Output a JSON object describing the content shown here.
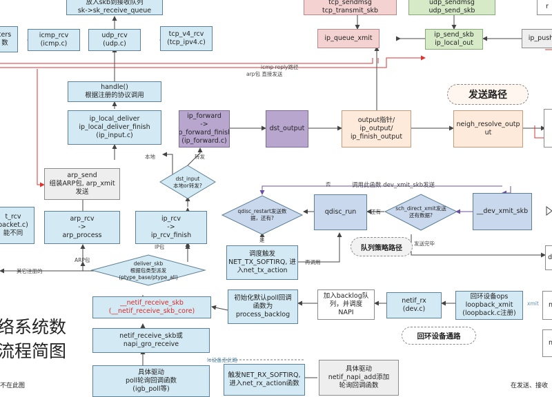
{
  "nodes": {
    "sk_receive_queue": "放入skb到接收队列\nsk->sk_receive_queue",
    "tcp_sendmsg": "tcp_sendmsg\ntcp_transmit_skb",
    "udp_sendmsg": "udp_sendmsg\nudp_send_skb",
    "filters": "ters\n数",
    "icmp_rcv": "icmp_rcv\n(icmp.c)",
    "udp_rcv": "udp_rcv\n(udp.c)",
    "tcp_v4_rcv": "tcp_v4_rcv\n(tcp_ipv4.c)",
    "ip_queue_xmit": "ip_queue_xmit",
    "ip_send_skb": "ip_send_skb\nip_local_out",
    "ip_push": "ip_push",
    "handle": "handle()\n根据注册的协议调用",
    "ip_local_deliver": "ip_local_deliver\nip_local_deliver_finish\n(ip_input.c)",
    "ip_forward": "ip_forward\n->\nip_forward_finish\n(ip_forward.c)",
    "dst_output": "dst_output",
    "output_ptr": "output指针/\nip_output/\nip_finish_output",
    "neigh_resolve_output": "neigh_resolve_outp\nut",
    "arp_send": "arp_send\n组装ARP包, arp_xmit\n发送",
    "dst_input": "dst_input\n本地or转发?",
    "qdisc_restart": "qdisc_restart发送数\n据，还有?",
    "qdisc_run": "qdisc_run",
    "sch_direct_xmit": "sch_direct_xmit发送\n还有数据?",
    "dev_xmit_skb": "__dev_xmit_skb",
    "packet_rcv": "t_rcv\npacket.c)\n能不同",
    "arp_rcv": "arp_rcv\n->\narp_process",
    "ip_rcv": "ip_rcv\n->\nip_rcv_finish",
    "softirq_tx": "调度触发\nNET_TX_SOFTIRQ, 进\n入net_tx_action",
    "deliver_skb": "deliver_skb\n根据包类型派发\n(ptype_base/ptype_all)",
    "netif_receive_skb_core": "__netif_receive_skb\n(__netif_receive_skb_core)",
    "init_poll": "初始化默认poll回调\n函数为\nprocess_backlog",
    "backlog": "加入backlog队\n列，并调度\nNAPI",
    "netif_rx": "netif_rx\n(dev.c)",
    "loopback_ops": "回环设备ops\nloopback_xmit\n(loopback.c注册)",
    "netif_receive_skb": "netif_receive_skb或\nnapi_gro_receive",
    "driver_poll": "具体驱动\npoll轮询回调函数\n(igb_poll等)",
    "softirq_rx": "触发NET_RX_SOFTIRQ,\n进入net_rx_action函数",
    "napi_add": "具体驱动\nnetif_napi_add添加\n轮询回调函数",
    "right_edge_1": "r",
    "right_edge_2": "de",
    "right_edge_3": "n",
    "right_edge_4": "n"
  },
  "sections": {
    "send_path": "发送路径",
    "queue_policy": "队列策略路径",
    "loopback_path": "回环设备通路"
  },
  "labels": {
    "icmp_reply": "icmp reply路径",
    "arp_reply": "arp包 直接发送",
    "local": "本地",
    "forward": "转发",
    "no": "否",
    "call_dev_xmit": "调用此函数  dev_xmit_skb发送",
    "yes_left": "还有",
    "yes_down": "是",
    "send_done": "发送完毕",
    "reschedule": "再调用",
    "ip_pkt": "IP包",
    "arp_pkt": "ARP包",
    "other_registered": "其它注册的",
    "to_net_rx": "lo设备走此路",
    "xmit_mark": "xmit"
  },
  "title": {
    "line1": "络系统数",
    "line2": "流程简图"
  },
  "footer": {
    "left_note": "不在此图",
    "right_note": "在发送、接收"
  }
}
